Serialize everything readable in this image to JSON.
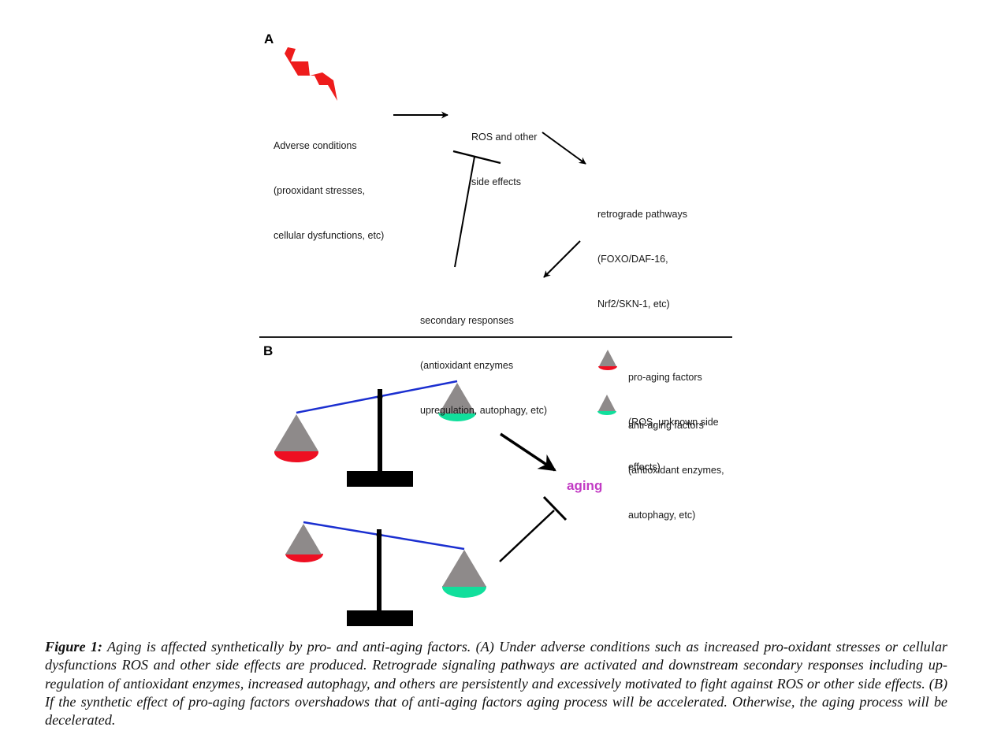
{
  "panel_a": {
    "label": "A",
    "nodes": {
      "adverse": {
        "title": "Adverse conditions",
        "line2": "(prooxidant stresses,",
        "line3": "cellular dysfunctions, etc)"
      },
      "ros": {
        "title": "ROS and other",
        "line2": "side effects"
      },
      "retrograde": {
        "title": "retrograde pathways",
        "line2": "(FOXO/DAF-16,",
        "line3": "Nrf2/SKN-1, etc)"
      },
      "secondary": {
        "title": "secondary responses",
        "line2": "(antioxidant enzymes",
        "line3": "upregulation, autophagy, etc)"
      }
    },
    "edges": [
      {
        "from": "adverse",
        "to": "ros",
        "type": "activation"
      },
      {
        "from": "ros",
        "to": "retrograde",
        "type": "activation"
      },
      {
        "from": "retrograde",
        "to": "secondary",
        "type": "activation"
      },
      {
        "from": "secondary",
        "to": "ros",
        "type": "inhibition"
      }
    ],
    "stress_icon": "lightning-bolt",
    "stress_color": "#ee1c1c"
  },
  "panel_b": {
    "label": "B",
    "outcome": "aging",
    "outcome_color": "#c23bc4",
    "legend": [
      {
        "line1": "pro-aging factors",
        "line2": "(ROS, unknown side",
        "line3": "effects)",
        "color": "#ee0f22"
      },
      {
        "line1": "anti-aging factors",
        "line2": "(antioxidant enzymes,",
        "line3": "autophagy, etc)",
        "color": "#11df9c"
      }
    ],
    "scales": [
      {
        "heavier": "pro-aging",
        "effect_on_aging": "activation"
      },
      {
        "heavier": "anti-aging",
        "effect_on_aging": "inhibition"
      }
    ],
    "colors": {
      "beam": "#1b2fd0",
      "weight": "#8e8a8a",
      "stand": "#000000"
    }
  },
  "caption": {
    "label": "Figure 1:",
    "text": " Aging is affected synthetically by pro- and anti-aging factors. (A) Under adverse conditions such as increased pro-oxidant stresses or cellular dysfunctions ROS and other side effects are produced. Retrograde signaling pathways are activated and downstream secondary responses including up-regulation of antioxidant enzymes, increased autophagy, and others are persistently and excessively motivated to fight against ROS or other side effects. (B) If the synthetic effect of pro-aging factors overshadows that of anti-aging factors aging process will be accelerated. Otherwise, the aging process will be decelerated."
  }
}
